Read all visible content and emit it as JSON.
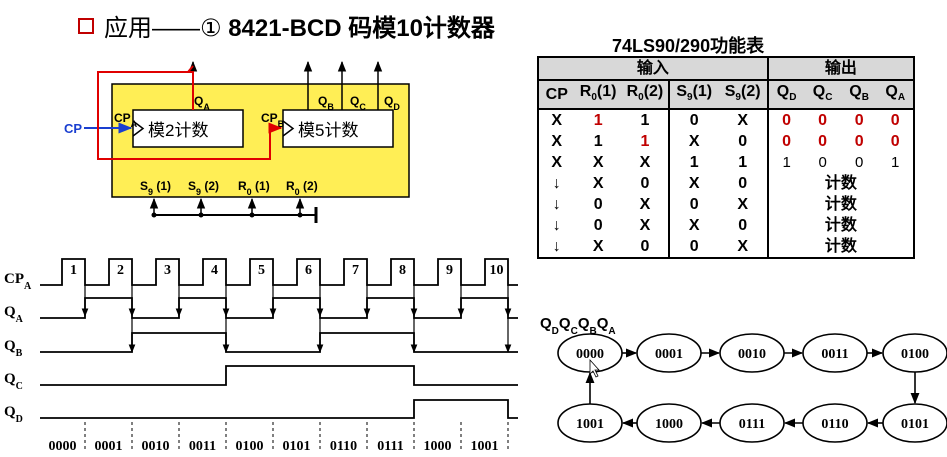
{
  "title": {
    "marker": "□",
    "prefix": "应用——",
    "circle_num": "①",
    "main": "8421-BCD 码模10计数器"
  },
  "block_diagram": {
    "cp_label": "CP",
    "cpa_label": "CP",
    "cpa_sub": "A",
    "cpb_label": "CP",
    "cpb_sub": "B",
    "mod2_label": "模2计数",
    "mod5_label": "模5计数",
    "qa_label": "Q",
    "qa_sub": "A",
    "qb_label": "Q",
    "qb_sub": "B",
    "qc_label": "Q",
    "qc_sub": "C",
    "qd_label": "Q",
    "qd_sub": "D",
    "s9_1": "S",
    "s9_1_sub": "9",
    "s9_1_arg": "(1)",
    "s9_2": "S",
    "s9_2_sub": "9",
    "s9_2_arg": "(2)",
    "r0_1": "R",
    "r0_1_sub": "0",
    "r0_1_arg": "(1)",
    "r0_2": "R",
    "r0_2_sub": "0",
    "r0_2_arg": "(2)",
    "colors": {
      "box_fill": "#ffee55",
      "wire_red": "#e00000",
      "cp_blue": "#1a3fd0"
    }
  },
  "function_table": {
    "title": "74LS90/290功能表",
    "group_in": "输入",
    "group_out": "输出",
    "headers": [
      {
        "t": "CP",
        "s": ""
      },
      {
        "t": "R",
        "s": "0",
        "a": "(1)"
      },
      {
        "t": "R",
        "s": "0",
        "a": "(2)"
      },
      {
        "t": "S",
        "s": "9",
        "a": "(1)"
      },
      {
        "t": "S",
        "s": "9",
        "a": "(2)"
      },
      {
        "t": "Q",
        "s": "D"
      },
      {
        "t": "Q",
        "s": "C"
      },
      {
        "t": "Q",
        "s": "B"
      },
      {
        "t": "Q",
        "s": "A"
      }
    ],
    "rows": [
      {
        "cp": "X",
        "r01": "1",
        "r02": "1",
        "s91": "0",
        "s92": "X",
        "out": [
          "0",
          "0",
          "0",
          "0"
        ],
        "red_r": "r01",
        "red_out": true
      },
      {
        "cp": "X",
        "r01": "1",
        "r02": "1",
        "s91": "X",
        "s92": "0",
        "out": [
          "0",
          "0",
          "0",
          "0"
        ],
        "red_r": "r02",
        "red_out": true
      },
      {
        "cp": "X",
        "r01": "X",
        "r02": "X",
        "s91": "1",
        "s92": "1",
        "out": [
          "1",
          "0",
          "0",
          "1"
        ],
        "red_r": "",
        "red_out": false
      },
      {
        "cp": "↓",
        "r01": "X",
        "r02": "0",
        "s91": "X",
        "s92": "0",
        "count": "计数"
      },
      {
        "cp": "↓",
        "r01": "0",
        "r02": "X",
        "s91": "0",
        "s92": "X",
        "count": "计数"
      },
      {
        "cp": "↓",
        "r01": "0",
        "r02": "X",
        "s91": "X",
        "s92": "0",
        "count": "计数"
      },
      {
        "cp": "↓",
        "r01": "X",
        "r02": "0",
        "s91": "0",
        "s92": "X",
        "count": "计数"
      }
    ]
  },
  "timing": {
    "signals": [
      {
        "name": "CP",
        "sub": "A"
      },
      {
        "name": "Q",
        "sub": "A"
      },
      {
        "name": "Q",
        "sub": "B"
      },
      {
        "name": "Q",
        "sub": "C"
      },
      {
        "name": "Q",
        "sub": "D"
      }
    ],
    "pulse_numbers": [
      "1",
      "2",
      "3",
      "4",
      "5",
      "6",
      "7",
      "8",
      "9",
      "10"
    ],
    "states": [
      "0000",
      "0001",
      "0010",
      "0011",
      "0100",
      "0101",
      "0110",
      "0111",
      "1000",
      "1001"
    ]
  },
  "state_diagram": {
    "label": "QDQCQBQA",
    "label_parts": [
      {
        "t": "Q",
        "s": "D"
      },
      {
        "t": "Q",
        "s": "C"
      },
      {
        "t": "Q",
        "s": "B"
      },
      {
        "t": "Q",
        "s": "A"
      }
    ],
    "top_row": [
      "0000",
      "0001",
      "0010",
      "0011",
      "0100"
    ],
    "bottom_row": [
      "1001",
      "1000",
      "0111",
      "0110",
      "0101"
    ]
  }
}
